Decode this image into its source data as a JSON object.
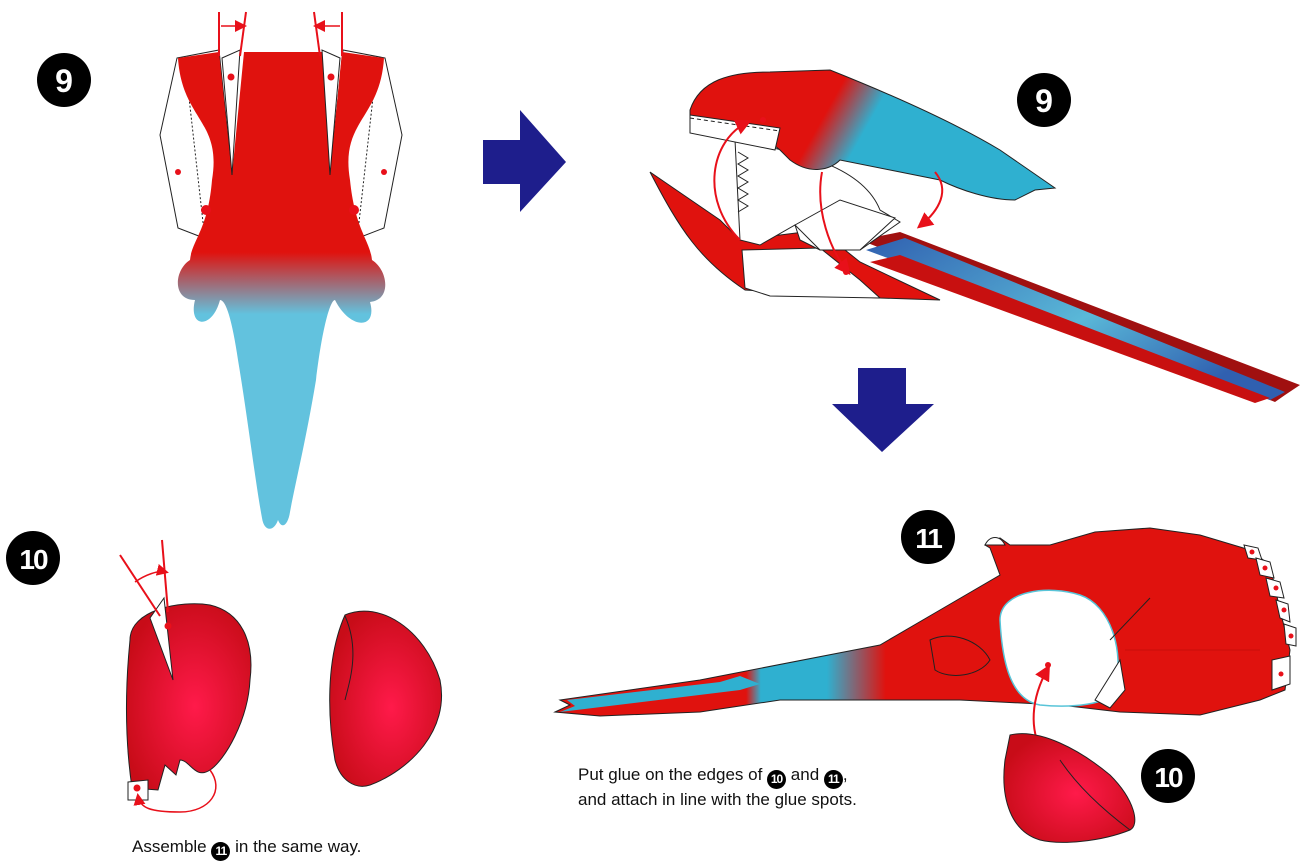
{
  "steps": {
    "step9": "9",
    "step10": "10",
    "step11": "11"
  },
  "captions": {
    "assemble_prefix": "Assemble",
    "assemble_ref": "11",
    "assemble_suffix": "in the same way.",
    "glue_line1_prefix": "Put glue on the edges of",
    "glue_ref_a": "10",
    "glue_and": "and",
    "glue_ref_b": "11",
    "glue_line1_suffix": ",",
    "glue_line2": "and attach in line with the glue spots."
  },
  "colors": {
    "red": "#e0120e",
    "blue": "#2fb0d0",
    "light_blue": "#62c2de",
    "navy_arrow": "#1e1e8c",
    "guide_red": "#e8101a",
    "badge": "#000000"
  },
  "icons": [
    "arrow-right-icon",
    "arrow-down-icon"
  ]
}
